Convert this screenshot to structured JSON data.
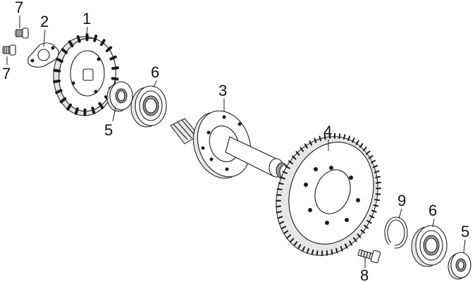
{
  "diagram": {
    "labels": {
      "part_1": "1",
      "part_2": "2",
      "part_3": "3",
      "part_4": "4",
      "part_5_left": "5",
      "part_5_right": "5",
      "part_6_left": "6",
      "part_6_right": "6",
      "part_7_top": "7",
      "part_7_bottom": "7",
      "part_8": "8",
      "part_9": "9"
    }
  }
}
